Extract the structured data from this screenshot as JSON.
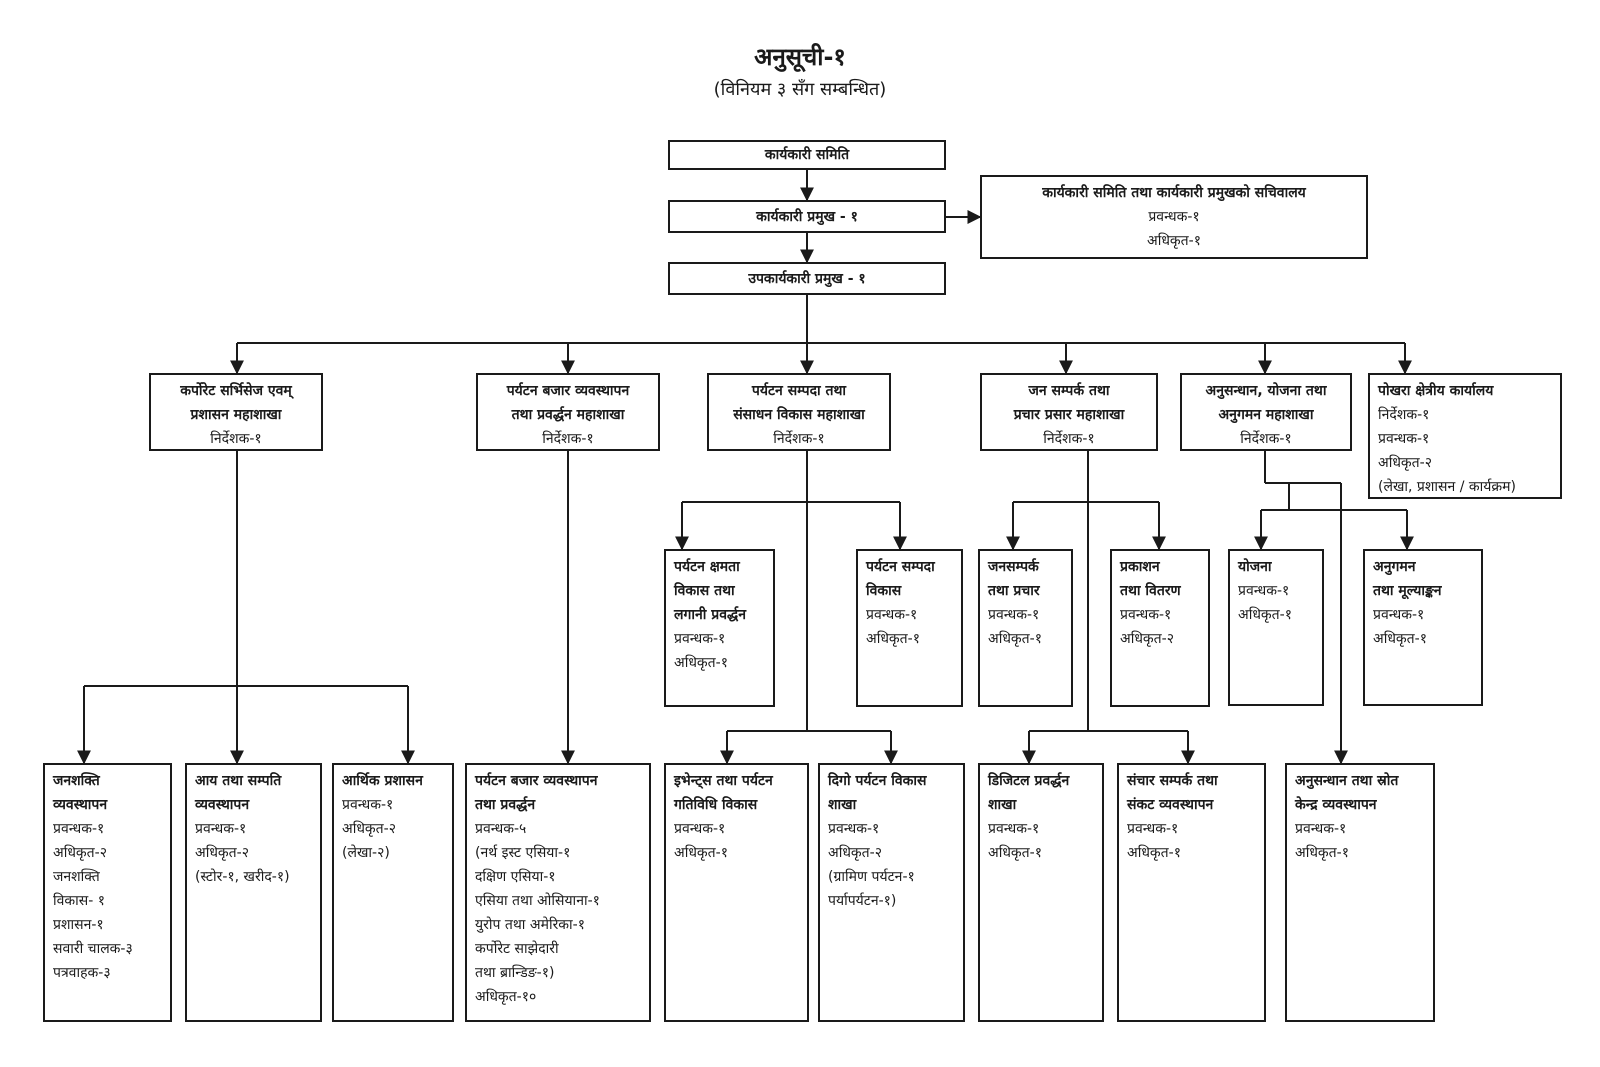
{
  "title": "अनुसूची-१",
  "subtitle": "(विनियम ३ सँग सम्बन्धित)",
  "nodes": {
    "executive_committee": {
      "title": [
        "कार्यकारी समिति"
      ],
      "lines": []
    },
    "chief_executive": {
      "title": [
        "कार्यकारी प्रमुख - १"
      ],
      "lines": []
    },
    "secretariat": {
      "title": [
        "कार्यकारी समिति तथा कार्यकारी प्रमुखको सचिवालय"
      ],
      "lines": [
        "प्रवन्धक-१",
        "अधिकृत-१"
      ]
    },
    "deputy_chief_executive": {
      "title": [
        "उपकार्यकारी प्रमुख - १"
      ],
      "lines": []
    },
    "corporate_services_division": {
      "title": [
        "कर्पोरेट सर्भिसेज एवम्",
        "प्रशासन महाशाखा"
      ],
      "lines": [
        "निर्देशक-१"
      ]
    },
    "tourism_market_division": {
      "title": [
        "पर्यटन बजार व्यवस्थापन",
        "तथा प्रवर्द्धन महाशाखा"
      ],
      "lines": [
        "निर्देशक-१"
      ]
    },
    "tourism_resource_division": {
      "title": [
        "पर्यटन सम्पदा तथा",
        "संसाधन विकास महाशाखा"
      ],
      "lines": [
        "निर्देशक-१"
      ]
    },
    "public_relations_division": {
      "title": [
        "जन सम्पर्क तथा",
        "प्रचार प्रसार महाशाखा"
      ],
      "lines": [
        "निर्देशक-१"
      ]
    },
    "research_planning_division": {
      "title": [
        "अनुसन्धान, योजना तथा",
        "अनुगमन महाशाखा"
      ],
      "lines": [
        "निर्देशक-१"
      ]
    },
    "pokhara_office": {
      "title": [
        "पोखरा क्षेत्रीय कार्यालय"
      ],
      "lines": [
        "निर्देशक-१",
        "प्रवन्धक-१",
        "अधिकृत-२",
        "(लेखा, प्रशासन / कार्यक्रम)"
      ]
    },
    "tourism_capacity_investment": {
      "title": [
        "पर्यटन क्षमता",
        "विकास तथा",
        "लगानी प्रवर्द्धन"
      ],
      "lines": [
        "प्रवन्धक-१",
        "अधिकृत-१"
      ]
    },
    "tourism_heritage_development": {
      "title": [
        "पर्यटन सम्पदा",
        "विकास"
      ],
      "lines": [
        "प्रवन्धक-१",
        "अधिकृत-१"
      ]
    },
    "public_relations_promotion": {
      "title": [
        "जनसम्पर्क",
        "तथा प्रचार"
      ],
      "lines": [
        "प्रवन्धक-१",
        "अधिकृत-१"
      ]
    },
    "publication_distribution": {
      "title": [
        "प्रकाशन",
        "तथा वितरण"
      ],
      "lines": [
        "प्रवन्धक-१",
        "अधिकृत-२"
      ]
    },
    "planning": {
      "title": [
        "योजना"
      ],
      "lines": [
        "प्रवन्धक-१",
        "अधिकृत-१"
      ]
    },
    "monitoring_evaluation": {
      "title": [
        "अनुगमन",
        "तथा मूल्याङ्कन"
      ],
      "lines": [
        "प्रवन्धक-१",
        "अधिकृत-१"
      ]
    },
    "human_resource_management": {
      "title": [
        "जनशक्ति",
        "व्यवस्थापन"
      ],
      "lines": [
        "प्रवन्धक-१",
        "अधिकृत-२",
        "जनशक्ति",
        "विकास- १",
        "प्रशासन-१",
        "सवारी चालक-३",
        "पत्रवाहक-३"
      ]
    },
    "income_property_management": {
      "title": [
        "आय तथा सम्पति",
        "व्यवस्थापन"
      ],
      "lines": [
        "प्रवन्धक-१",
        "अधिकृत-२",
        "(स्टोर-१, खरीद-१)"
      ]
    },
    "financial_administration": {
      "title": [
        "आर्थिक प्रशासन"
      ],
      "lines": [
        "प्रवन्धक-१",
        "अधिकृत-२",
        "(लेखा-२)"
      ]
    },
    "tourism_market_management": {
      "title": [
        "पर्यटन बजार व्यवस्थापन",
        "तथा प्रवर्द्धन"
      ],
      "lines": [
        "प्रवन्धक-५",
        "(नर्थ इस्ट एसिया-१",
        "दक्षिण एसिया-१",
        "एसिया तथा ओसियाना-१",
        "युरोप तथा अमेरिका-१",
        "कर्पोरेट साझेदारी",
        "तथा ब्रान्डिङ-१)",
        "अधिकृत-१०"
      ]
    },
    "events_tourism_activities": {
      "title": [
        "इभेन्ट्स तथा पर्यटन",
        "गतिविधि विकास"
      ],
      "lines": [
        "प्रवन्धक-१",
        "अधिकृत-१"
      ]
    },
    "sustainable_tourism": {
      "title": [
        "दिगो पर्यटन विकास",
        "शाखा"
      ],
      "lines": [
        "प्रवन्धक-१",
        "अधिकृत-२",
        "(ग्रामिण पर्यटन-१",
        "पर्यापर्यटन-१)"
      ]
    },
    "digital_promotion": {
      "title": [
        "डिजिटल प्रवर्द्धन",
        "शाखा"
      ],
      "lines": [
        "प्रवन्धक-१",
        "अधिकृत-१"
      ]
    },
    "communication_crisis": {
      "title": [
        "संचार सम्पर्क तथा",
        "संकट व्यवस्थापन"
      ],
      "lines": [
        "प्रवन्धक-१",
        "अधिकृत-१"
      ]
    },
    "research_resource_center": {
      "title": [
        "अनुसन्धान तथा स्रोत",
        "केन्द्र व्यवस्थापन"
      ],
      "lines": [
        "प्रवन्धक-१",
        "अधिकृत-१"
      ]
    }
  }
}
